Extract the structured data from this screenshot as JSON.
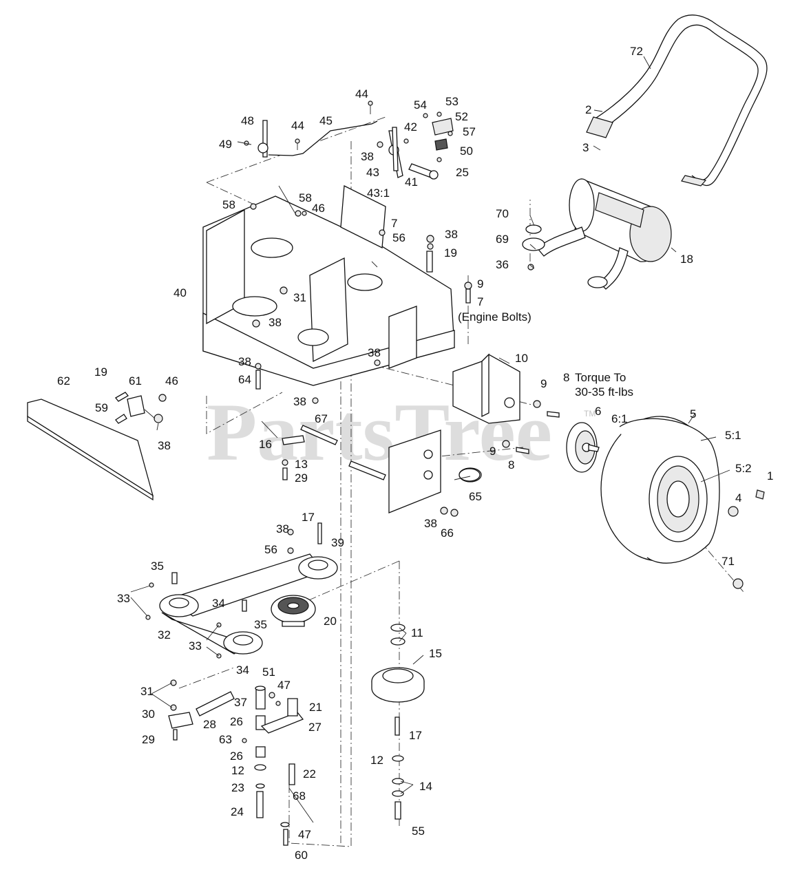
{
  "watermark": {
    "text": "PartsTree",
    "trademark": "TM"
  },
  "notes": {
    "engine_bolts": "(Engine Bolts)",
    "torque_line1": "Torque To",
    "torque_line2": "30-35 ft-lbs"
  },
  "callouts": [
    {
      "id": "c72",
      "text": "72"
    },
    {
      "id": "c2",
      "text": "2"
    },
    {
      "id": "c3",
      "text": "3"
    },
    {
      "id": "c70",
      "text": "70"
    },
    {
      "id": "c69",
      "text": "69"
    },
    {
      "id": "c36",
      "text": "36"
    },
    {
      "id": "c18",
      "text": "18"
    },
    {
      "id": "c44a",
      "text": "44"
    },
    {
      "id": "c44b",
      "text": "44"
    },
    {
      "id": "c45",
      "text": "45"
    },
    {
      "id": "c48",
      "text": "48"
    },
    {
      "id": "c49",
      "text": "49"
    },
    {
      "id": "c54",
      "text": "54"
    },
    {
      "id": "c53",
      "text": "53"
    },
    {
      "id": "c52",
      "text": "52"
    },
    {
      "id": "c42",
      "text": "42"
    },
    {
      "id": "c57",
      "text": "57"
    },
    {
      "id": "c50",
      "text": "50"
    },
    {
      "id": "c38a",
      "text": "38"
    },
    {
      "id": "c43",
      "text": "43"
    },
    {
      "id": "c25",
      "text": "25"
    },
    {
      "id": "c41",
      "text": "41"
    },
    {
      "id": "c43_1",
      "text": "43:1"
    },
    {
      "id": "c58a",
      "text": "58"
    },
    {
      "id": "c58b",
      "text": "58"
    },
    {
      "id": "c46a",
      "text": "46"
    },
    {
      "id": "c7a",
      "text": "7"
    },
    {
      "id": "c56a",
      "text": "56"
    },
    {
      "id": "c38b",
      "text": "38"
    },
    {
      "id": "c19a",
      "text": "19"
    },
    {
      "id": "c9a",
      "text": "9"
    },
    {
      "id": "c7b",
      "text": "7"
    },
    {
      "id": "c40",
      "text": "40"
    },
    {
      "id": "c31a",
      "text": "31"
    },
    {
      "id": "c38c",
      "text": "38"
    },
    {
      "id": "c38d",
      "text": "38"
    },
    {
      "id": "c38e",
      "text": "38"
    },
    {
      "id": "c64",
      "text": "64"
    },
    {
      "id": "c10",
      "text": "10"
    },
    {
      "id": "c9b",
      "text": "9"
    },
    {
      "id": "c8a",
      "text": "8"
    },
    {
      "id": "c62",
      "text": "62"
    },
    {
      "id": "c19b",
      "text": "19"
    },
    {
      "id": "c61",
      "text": "61"
    },
    {
      "id": "c46b",
      "text": "46"
    },
    {
      "id": "c59",
      "text": "59"
    },
    {
      "id": "c38f",
      "text": "38"
    },
    {
      "id": "c38g",
      "text": "38"
    },
    {
      "id": "c67",
      "text": "67"
    },
    {
      "id": "c6",
      "text": "6"
    },
    {
      "id": "c6_1",
      "text": "6:1"
    },
    {
      "id": "c5",
      "text": "5"
    },
    {
      "id": "c5_1",
      "text": "5:1"
    },
    {
      "id": "c16",
      "text": "16"
    },
    {
      "id": "c13",
      "text": "13"
    },
    {
      "id": "c29a",
      "text": "29"
    },
    {
      "id": "c9c",
      "text": "9"
    },
    {
      "id": "c8b",
      "text": "8"
    },
    {
      "id": "c5_2",
      "text": "5:2"
    },
    {
      "id": "c1",
      "text": "1"
    },
    {
      "id": "c65",
      "text": "65"
    },
    {
      "id": "c4",
      "text": "4"
    },
    {
      "id": "c38h",
      "text": "38"
    },
    {
      "id": "c66",
      "text": "66"
    },
    {
      "id": "c71",
      "text": "71"
    },
    {
      "id": "c17a",
      "text": "17"
    },
    {
      "id": "c38i",
      "text": "38"
    },
    {
      "id": "c39",
      "text": "39"
    },
    {
      "id": "c56b",
      "text": "56"
    },
    {
      "id": "c35a",
      "text": "35"
    },
    {
      "id": "c33a",
      "text": "33"
    },
    {
      "id": "c34a",
      "text": "34"
    },
    {
      "id": "c35b",
      "text": "35"
    },
    {
      "id": "c20",
      "text": "20"
    },
    {
      "id": "c32",
      "text": "32"
    },
    {
      "id": "c33b",
      "text": "33"
    },
    {
      "id": "c34b",
      "text": "34"
    },
    {
      "id": "c11",
      "text": "11"
    },
    {
      "id": "c15",
      "text": "15"
    },
    {
      "id": "c31b",
      "text": "31"
    },
    {
      "id": "c51",
      "text": "51"
    },
    {
      "id": "c47a",
      "text": "47"
    },
    {
      "id": "c37",
      "text": "37"
    },
    {
      "id": "c21",
      "text": "21"
    },
    {
      "id": "c30",
      "text": "30"
    },
    {
      "id": "c28",
      "text": "28"
    },
    {
      "id": "c26a",
      "text": "26"
    },
    {
      "id": "c27",
      "text": "27"
    },
    {
      "id": "c29b",
      "text": "29"
    },
    {
      "id": "c63",
      "text": "63"
    },
    {
      "id": "c17b",
      "text": "17"
    },
    {
      "id": "c26b",
      "text": "26"
    },
    {
      "id": "c12a",
      "text": "12"
    },
    {
      "id": "c22",
      "text": "22"
    },
    {
      "id": "c12b",
      "text": "12"
    },
    {
      "id": "c23",
      "text": "23"
    },
    {
      "id": "c14",
      "text": "14"
    },
    {
      "id": "c68",
      "text": "68"
    },
    {
      "id": "c24",
      "text": "24"
    },
    {
      "id": "c47b",
      "text": "47"
    },
    {
      "id": "c55",
      "text": "55"
    },
    {
      "id": "c60",
      "text": "60"
    }
  ]
}
